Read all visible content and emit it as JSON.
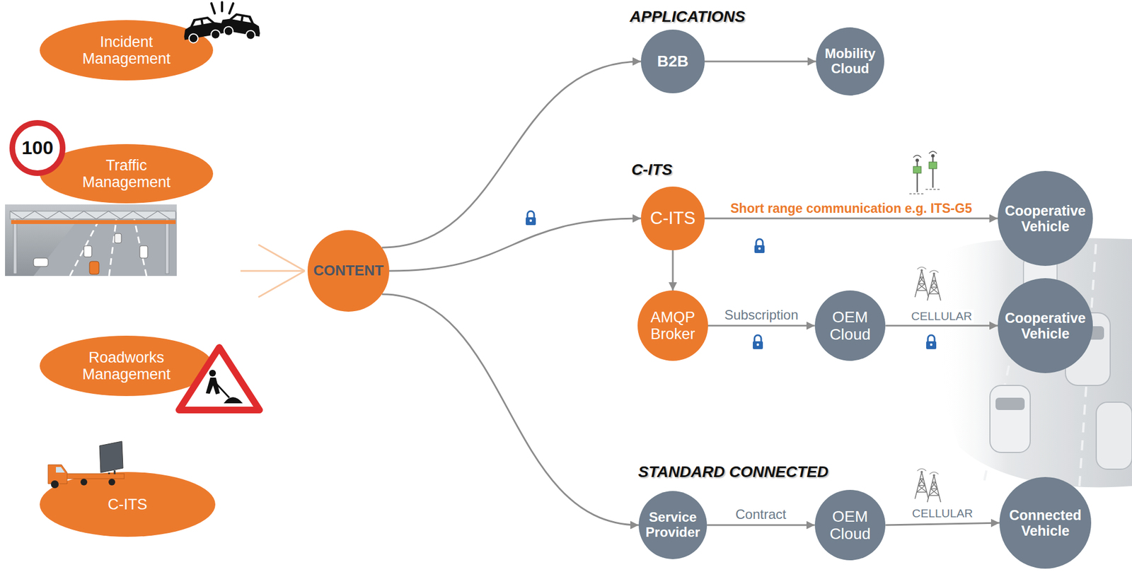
{
  "diagram": {
    "nodes": [
      {
        "text": [
          "Incident Management"
        ]
      },
      {
        "text": [
          "Traffic Management"
        ]
      },
      {
        "text": [
          "Roadworks Management"
        ]
      },
      {
        "text": [
          "C-ITS"
        ]
      },
      {
        "text": [
          "CONTENT"
        ]
      },
      {
        "text": [
          "B2B"
        ]
      },
      {
        "text": [
          "Mobility Cloud"
        ]
      },
      {
        "text": [
          "C-ITS"
        ]
      },
      {
        "text": [
          "Cooperative Vehicle"
        ]
      },
      {
        "text": [
          "AMQP Broker"
        ]
      },
      {
        "text": [
          "OEM Cloud"
        ]
      },
      {
        "text": [
          "Cooperative Vehicle"
        ]
      },
      {
        "text": [
          "Service Provider"
        ]
      },
      {
        "text": [
          "OEM Cloud"
        ]
      },
      {
        "text": [
          "Connected Vehicle"
        ]
      }
    ],
    "edges": [
      {
        "from": 4,
        "to": 5,
        "arrow": "to"
      },
      {
        "from": 5,
        "to": 6,
        "arrow": "to"
      },
      {
        "from": 4,
        "to": 7,
        "arrow": "to"
      },
      {
        "from": 7,
        "to": 8,
        "arrow": "to",
        "label": "Short range communication e.g. ITS-G5"
      },
      {
        "from": 7,
        "to": 9,
        "arrow": "to"
      },
      {
        "from": 9,
        "to": 10,
        "arrow": "to",
        "label": "Subscription"
      },
      {
        "from": 10,
        "to": 11,
        "arrow": "to",
        "label": "CELLULAR"
      },
      {
        "from": 4,
        "to": 12,
        "arrow": "to"
      },
      {
        "from": 12,
        "to": 13,
        "arrow": "to",
        "label": "Contract"
      },
      {
        "from": 13,
        "to": 14,
        "arrow": "to",
        "label": "CELLULAR"
      }
    ],
    "labels": [
      "APPLICATIONS",
      "100",
      "C-ITS",
      "STANDARD CONNECTED"
    ]
  }
}
